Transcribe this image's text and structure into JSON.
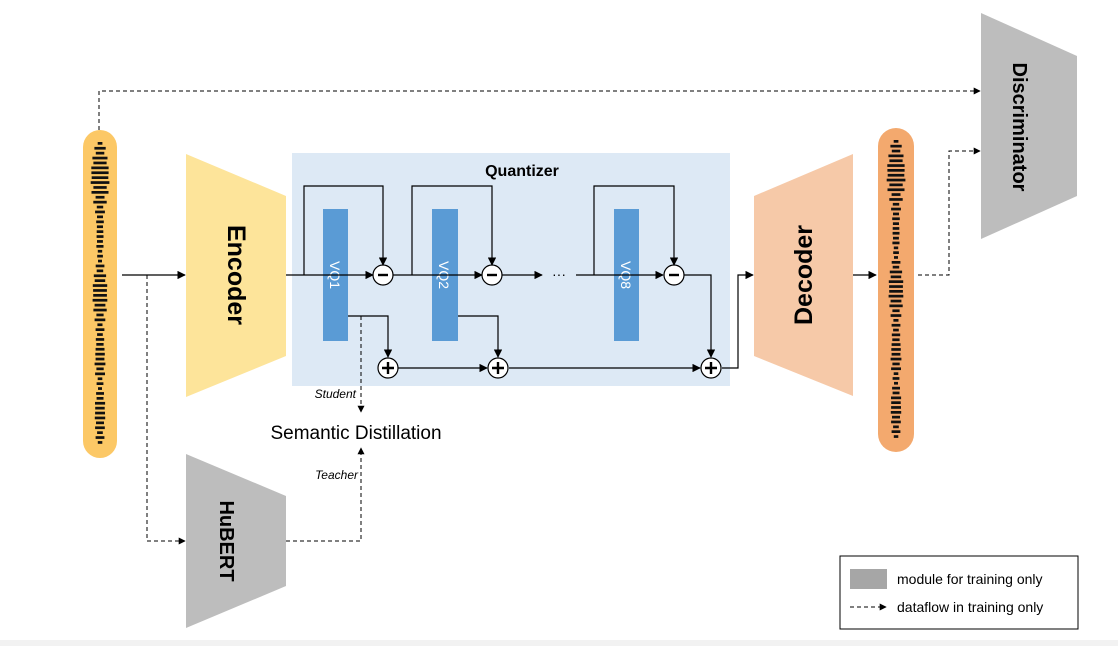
{
  "blocks": {
    "encoder": "Encoder",
    "decoder": "Decoder",
    "hubert": "HuBERT",
    "discriminator": "Discriminator",
    "quantizer": "Quantizer"
  },
  "vq": {
    "vq1": "VQ1",
    "vq2": "VQ2",
    "vq8": "VQ8",
    "ellipsis": "···"
  },
  "distillation": {
    "label": "Semantic Distillation",
    "student": "Student",
    "teacher": "Teacher"
  },
  "legend": {
    "module_training_only": "module for training only",
    "dataflow_training_only": "dataflow in training only"
  },
  "colors": {
    "encoder": "#fde49a",
    "decoder": "#f6c9a8",
    "training_module": "#bdbdbd",
    "quantizer_bg": "#dde9f5",
    "vq_block": "#5a9bd5",
    "input_wave_bg": "#fcc866",
    "output_wave_bg": "#f3a96e"
  },
  "icons": {
    "subtract": "circled-minus-icon",
    "add": "circled-plus-icon",
    "input_waveform": "waveform-icon",
    "output_waveform": "waveform-icon"
  }
}
